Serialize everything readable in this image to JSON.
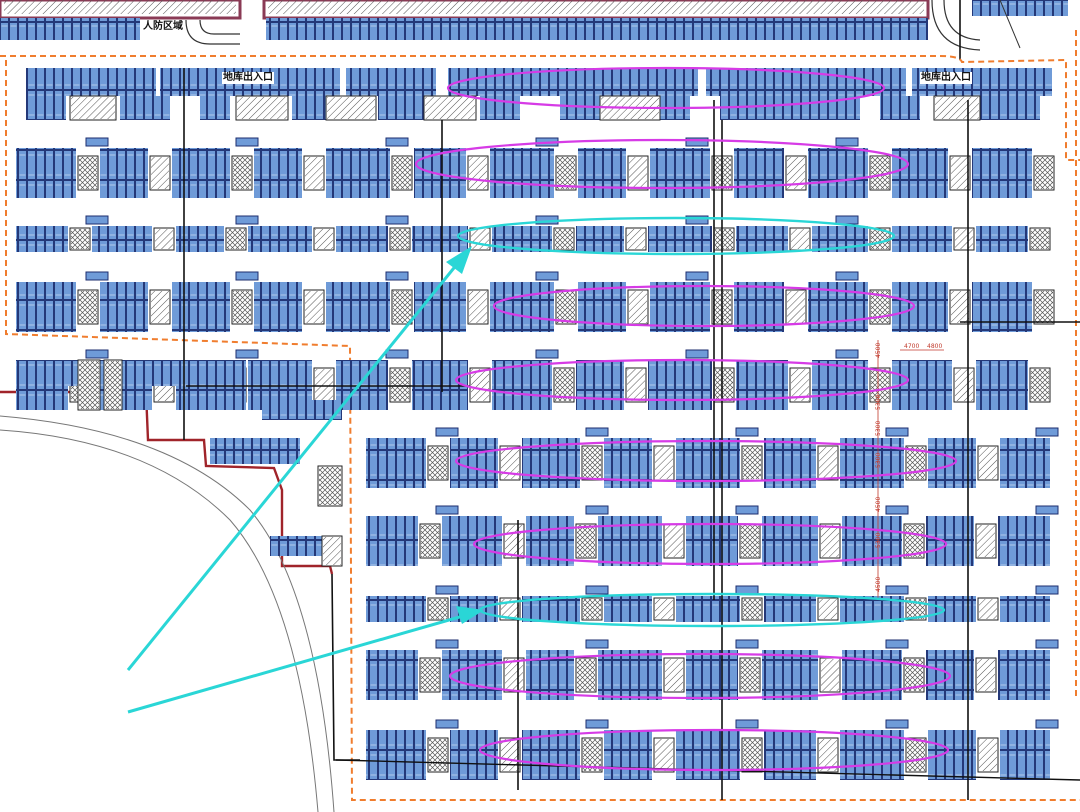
{
  "labels": {
    "civil_defense_area": "人防区域",
    "garage_entrance_left": "地库出入口",
    "garage_entrance_right": "地库出入口"
  },
  "dimensions": {
    "horizontal": [
      "4700",
      "4800"
    ],
    "vertical": [
      "4500",
      "5300",
      "5300",
      "5300",
      "4500",
      "5300",
      "4500"
    ]
  },
  "colors": {
    "background": "#ffffff",
    "parking_fill": "#6f9bd8",
    "parking_stroke": "#1c2d6e",
    "core_hatch": "#555555",
    "boundary_dashed": "#f07d2e",
    "site_boundary": "#a0242a",
    "magenta_ellipse": "#d63be6",
    "cyan_annotation": "#2ad6d6",
    "top_band": "#8a3a55"
  },
  "annotations": {
    "magenta_rows": 8,
    "cyan_rows": 2
  }
}
